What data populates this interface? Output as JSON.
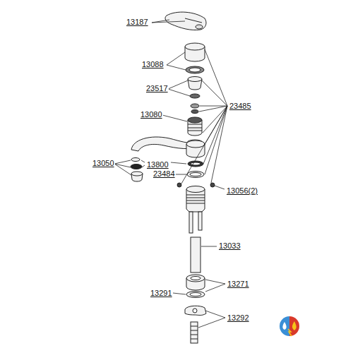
{
  "diagram": {
    "labels": [
      "13187",
      "13088",
      "23517",
      "23485",
      "13080",
      "13050",
      "13800",
      "23484",
      "13056(2)",
      "13033",
      "13271",
      "13291",
      "13292"
    ]
  }
}
